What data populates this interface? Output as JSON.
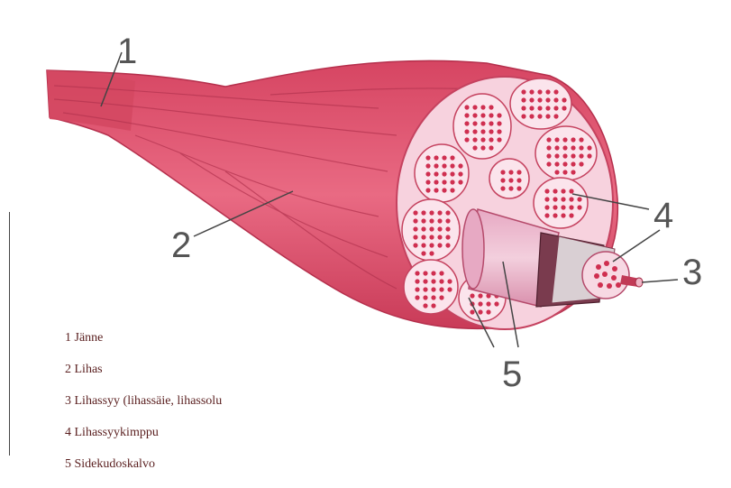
{
  "diagram": {
    "callouts": [
      {
        "id": 1,
        "text": "1"
      },
      {
        "id": 2,
        "text": "2"
      },
      {
        "id": 3,
        "text": "3"
      },
      {
        "id": 4,
        "text": "4"
      },
      {
        "id": 5,
        "text": "5"
      }
    ],
    "legend": [
      "1 Jänne",
      "2 Lihas",
      "3 Lihassyy (lihassäie, lihassolu",
      "4 Lihassyykimppu",
      "5 Sidekudoskalvo"
    ],
    "colors": {
      "muscle": "#e0506b",
      "muscle_dark": "#c23a56",
      "section_fill": "#f8d9e3",
      "fiber_dot": "#cf2f50",
      "sheath": "#f2c6d3"
    }
  }
}
